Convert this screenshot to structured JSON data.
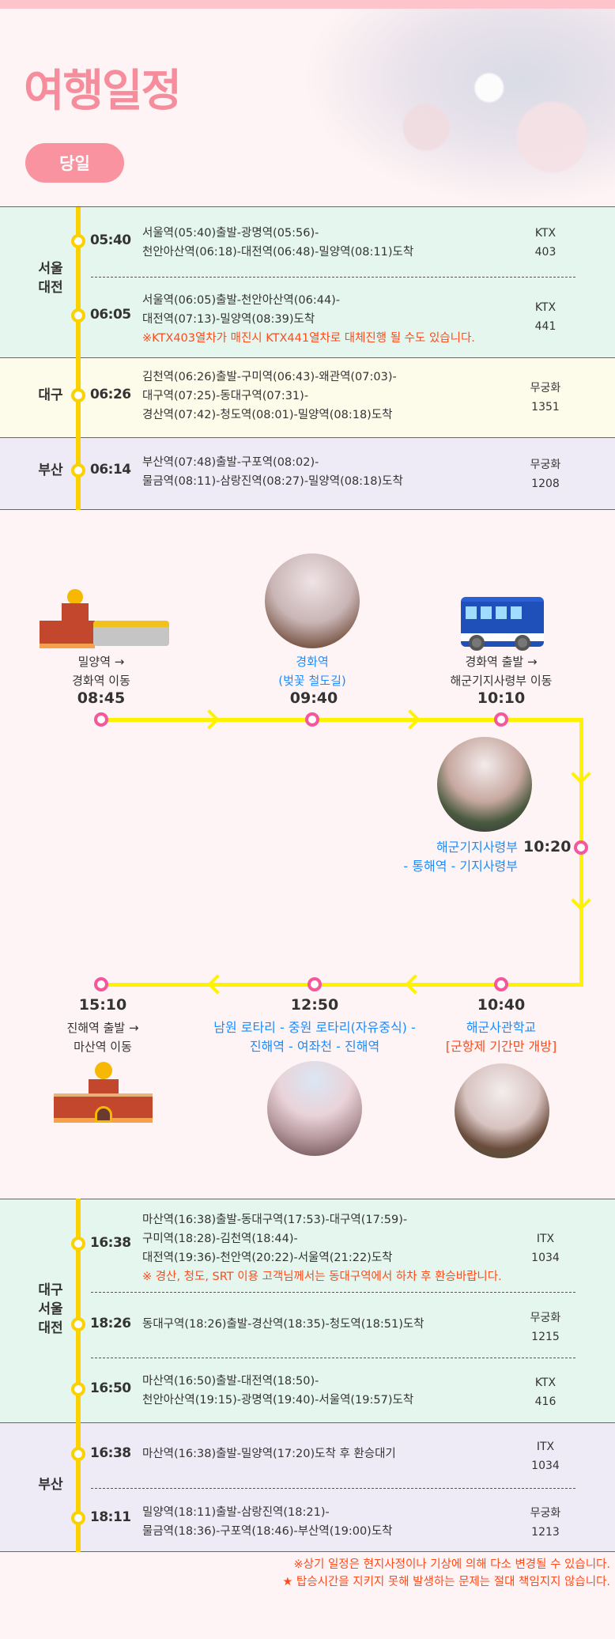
{
  "header": {
    "title": "여행일정",
    "badge": "당일"
  },
  "morning": {
    "regions": [
      "서울",
      "대전",
      "대구",
      "부산"
    ],
    "rows": [
      {
        "time": "05:40",
        "lines": [
          "서울역(05:40)출발-광명역(05:56)-",
          "천안아산역(06:18)-대전역(06:48)-밀양역(08:11)도착"
        ],
        "train": [
          "KTX",
          "403"
        ]
      },
      {
        "time": "06:05",
        "lines": [
          "서울역(06:05)출발-천안아산역(06:44)-",
          "대전역(07:13)-밀양역(08:39)도착"
        ],
        "note": "※KTX403열차가 매진시 KTX441열차로 대체진행 될 수도 있습니다.",
        "train": [
          "KTX",
          "441"
        ]
      },
      {
        "time": "06:26",
        "lines": [
          "김천역(06:26)출발-구미역(06:43)-왜관역(07:03)-",
          "대구역(07:25)-동대구역(07:31)-",
          "경산역(07:42)-청도역(08:01)-밀양역(08:18)도착"
        ],
        "train": [
          "무궁화",
          "1351"
        ]
      },
      {
        "time": "06:14",
        "lines": [
          "부산역(07:48)출발-구포역(08:02)-",
          "물금역(08:11)-삼랑진역(08:27)-밀양역(08:18)도착"
        ],
        "train": [
          "무궁화",
          "1208"
        ]
      }
    ]
  },
  "tour": [
    {
      "lines": [
        "밀양역 →",
        "경화역 이동"
      ],
      "time": "08:45",
      "icon": "station-bus-icon"
    },
    {
      "lines": [
        "경화역",
        "(벚꽃 철도길)"
      ],
      "time": "09:40",
      "icon": "cherry-blossom-railway-photo"
    },
    {
      "lines": [
        "경화역 출발 →",
        "해군기지사령부 이동"
      ],
      "time": "10:10",
      "icon": "bus-icon"
    },
    {
      "lines": [
        "해군기지사령부",
        "- 통해역 - 기지사령부"
      ],
      "time": "10:20",
      "icon": "naval-base-photo"
    },
    {
      "lines": [
        "해군사관학교"
      ],
      "note": "[군항제 기간만 개방]",
      "time": "10:40",
      "icon": "naval-academy-photo"
    },
    {
      "lines": [
        "남원 로타리 - 중원 로타리(자유중식) -",
        "진해역 - 여좌천 - 진해역"
      ],
      "time": "12:50",
      "icon": "yeojwacheon-photo"
    },
    {
      "lines": [
        "진해역 출발 →",
        "마산역 이동"
      ],
      "time": "15:10",
      "icon": "station-icon"
    }
  ],
  "return": {
    "regions": [
      "대구",
      "서울",
      "대전",
      "부산"
    ],
    "rows": [
      {
        "time": "16:38",
        "lines": [
          "마산역(16:38)출발-동대구역(17:53)-대구역(17:59)-",
          "구미역(18:28)-김천역(18:44)-",
          "대전역(19:36)-천안역(20:22)-서울역(21:22)도착"
        ],
        "note": "※ 경산, 청도, SRT 이용 고객님께서는 동대구역에서 하차 후 환승바랍니다.",
        "train": [
          "ITX",
          "1034"
        ]
      },
      {
        "time": "18:26",
        "lines": [
          "동대구역(18:26)출발-경산역(18:35)-청도역(18:51)도착"
        ],
        "train": [
          "무궁화",
          "1215"
        ]
      },
      {
        "time": "16:50",
        "lines": [
          "마산역(16:50)출발-대전역(18:50)-",
          "천안아산역(19:15)-광명역(19:40)-서울역(19:57)도착"
        ],
        "train": [
          "KTX",
          "416"
        ]
      },
      {
        "time": "16:38",
        "lines": [
          "마산역(16:38)출발-밀양역(17:20)도착 후 환승대기"
        ],
        "train": [
          "ITX",
          "1034"
        ]
      },
      {
        "time": "18:11",
        "lines": [
          "밀양역(18:11)출발-삼랑진역(18:21)-",
          "물금역(18:36)-구포역(18:46)-부산역(19:00)도착"
        ],
        "train": [
          "무궁화",
          "1213"
        ]
      }
    ]
  },
  "footer": [
    "※상기 일정은 현지사정이나 기상에 의해 다소 변경될 수 있습니다.",
    "★ 탑승시간을 지키지 못해 발생하는 문제는 절대 책임지지 않습니다."
  ]
}
